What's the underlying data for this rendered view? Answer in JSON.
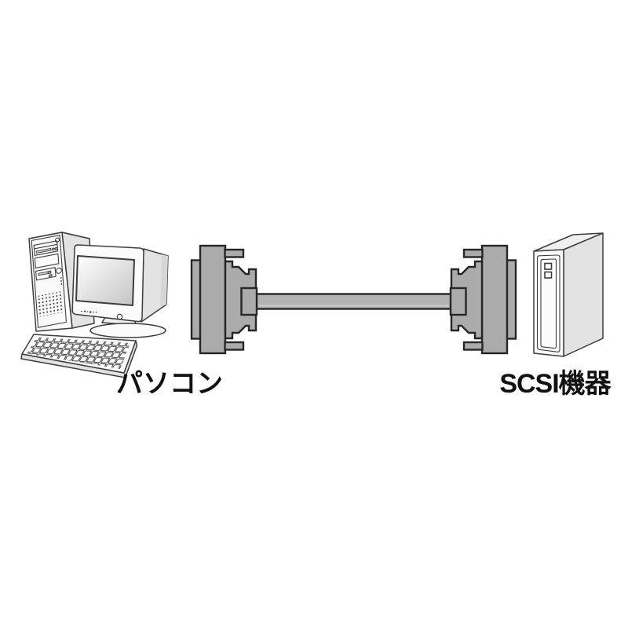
{
  "labels": {
    "computer": "パソコン",
    "scsi_device": "SCSI機器"
  },
  "icons": {
    "computer": "desktop-computer-with-crt-monitor-and-keyboard",
    "cable": "scsi-cable-with-two-connectors",
    "device": "external-scsi-enclosure"
  },
  "colors": {
    "background": "#ffffff",
    "text": "#111111",
    "outline": "#3d3d3d",
    "outline_strong": "#262626",
    "connector_gray": "#ababab",
    "cable_gray": "#b3b3b3",
    "face_white": "#fbfbfb",
    "face_light": "#f0f0f0",
    "face_shade": "#e3e3e3",
    "face_shade2": "#d6d6d6",
    "screen_grad_start": "#ffffff",
    "screen_grad_end": "#c4c4c4"
  }
}
